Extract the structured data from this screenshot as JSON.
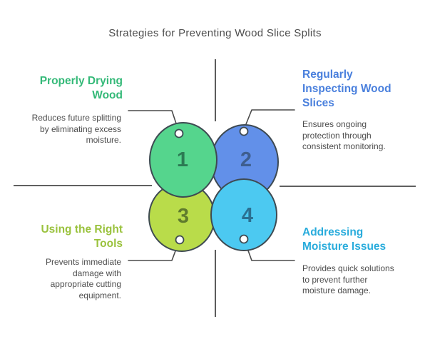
{
  "title": "Strategies for Preventing Wood Slice Splits",
  "colors": {
    "background": "#ffffff",
    "text": "#4d4d4d",
    "line": "#4a4a4a",
    "circle_stroke": "#3e4a52",
    "dot_fill": "#ffffff"
  },
  "quadrants": [
    {
      "number": "1",
      "heading_lines": [
        "Properly Drying",
        "Wood"
      ],
      "body_lines": [
        "Reduces future splitting",
        "by eliminating excess",
        "moisture."
      ],
      "heading_color": "#34b978",
      "circle_fill": "#55d58d",
      "number_color": "#2c7a53"
    },
    {
      "number": "2",
      "heading_lines": [
        "Regularly",
        "Inspecting Wood",
        "Slices"
      ],
      "body_lines": [
        "Ensures ongoing",
        "protection through",
        "consistent monitoring."
      ],
      "heading_color": "#4a80dd",
      "circle_fill": "#6290e9",
      "number_color": "#3e5e8e"
    },
    {
      "number": "3",
      "heading_lines": [
        "Using the Right",
        "Tools"
      ],
      "body_lines": [
        "Prevents immediate",
        "damage with",
        "appropriate cutting",
        "equipment."
      ],
      "heading_color": "#9ac23d",
      "circle_fill": "#b9dc4a",
      "number_color": "#5f7b2d"
    },
    {
      "number": "4",
      "heading_lines": [
        "Addressing",
        "Moisture Issues"
      ],
      "body_lines": [
        "Provides quick solutions",
        "to prevent further",
        "moisture damage."
      ],
      "heading_color": "#29acdc",
      "circle_fill": "#4cc9f1",
      "number_color": "#2b7091"
    }
  ]
}
